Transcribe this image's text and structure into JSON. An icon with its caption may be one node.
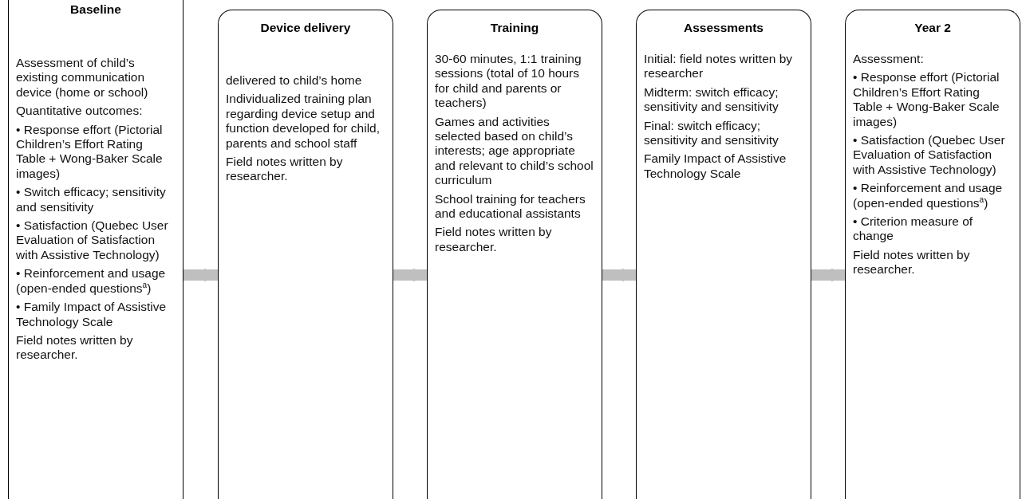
{
  "diagram": {
    "nodes": [
      {
        "text": [
          "Baseline",
          "Assessment of child’s existing communication device (home or school)",
          "Quantitative outcomes:",
          "• Response effort (Pictorial Children’s Effort Rating Table + Wong-Baker Scale images)",
          "• Switch efficacy; sensitivity and sensitivity",
          "• Satisfaction (Quebec User Evaluation of Satisfaction with Assistive Technology)",
          "• Reinforcement and usage (open-ended questions$^{a}$)",
          "• Family Impact of Assistive Technology Scale",
          "Field notes written by researcher."
        ]
      },
      {
        "text": [
          "Device delivery",
          "delivered to child’s home",
          "Individualized training plan regarding device setup and function developed for child, parents and school staff",
          "Field notes written by researcher."
        ]
      },
      {
        "text": [
          "Training",
          "30-60 minutes, 1:1 training sessions (total of 10 hours for child and parents or teachers)",
          "Games and activities selected based on child’s interests; age appropriate and relevant to child’s school curriculum",
          "School training for teachers and educational assistants",
          "Field notes written by researcher."
        ]
      },
      {
        "text": [
          "Assessments",
          "Initial: field notes written by researcher",
          "Midterm: switch efficacy; sensitivity and sensitivity",
          "Final: switch efficacy; sensitivity and sensitivity",
          "Family Impact of Assistive Technology Scale"
        ]
      },
      {
        "text": [
          "Year 2",
          "Assessment:",
          "• Response effort (Pictorial Children’s Effort Rating Table + Wong-Baker Scale images)",
          "• Satisfaction (Quebec User Evaluation of Satisfaction with Assistive Technology)",
          "• Reinforcement and usage (open-ended questions$^{a}$)",
          "• Criterion measure of change",
          "Field notes written by researcher."
        ]
      }
    ],
    "edges": [
      {
        "from": 0,
        "to": 1,
        "arrow": "to"
      },
      {
        "from": 1,
        "to": 2,
        "arrow": "to"
      },
      {
        "from": 2,
        "to": 3,
        "arrow": "to"
      },
      {
        "from": 3,
        "to": 4,
        "arrow": "to"
      }
    ]
  }
}
